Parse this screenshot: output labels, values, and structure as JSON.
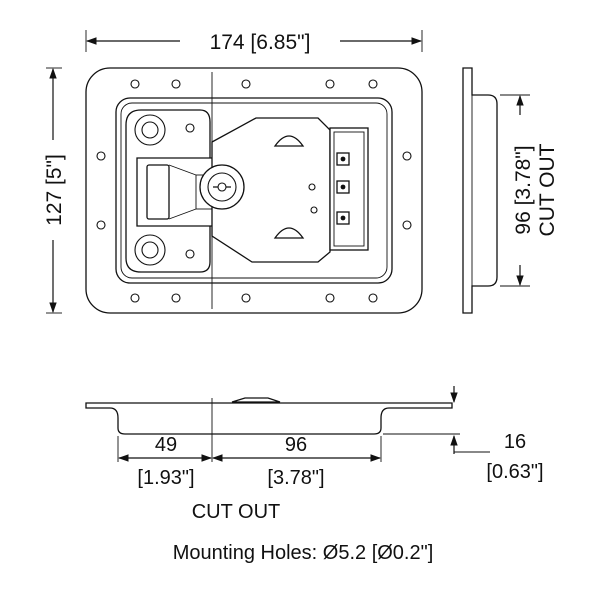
{
  "drawing": {
    "top_view": {
      "width_label": "174 [6.85\"]",
      "height_label": "127 [5\"]"
    },
    "side_view": {
      "cutout_label_line1": "96 [3.78\"]",
      "cutout_label_line2": "CUT OUT"
    },
    "section_view": {
      "left_dim_mm": "49",
      "left_dim_in": "[1.93\"]",
      "center_dim_mm": "96",
      "center_dim_in": "[3.78\"]",
      "depth_dim_mm": "16",
      "depth_dim_in": "[0.63\"]",
      "cutout_label": "CUT OUT"
    },
    "footer_note": "Mounting Holes: Ø5.2 [Ø0.2\"]"
  }
}
